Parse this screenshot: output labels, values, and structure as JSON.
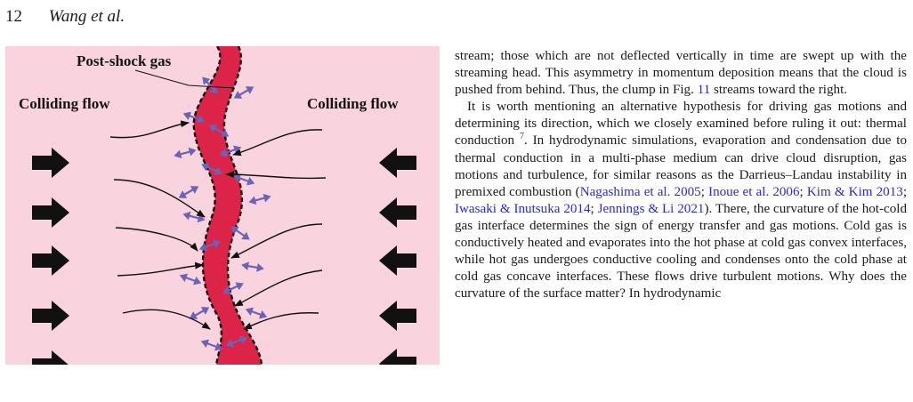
{
  "header": {
    "page_number": "12",
    "authors": "Wang et al."
  },
  "figure": {
    "label_post_shock": "Post-shock gas",
    "label_colliding_left": "Colliding flow",
    "label_colliding_right": "Colliding flow",
    "colors": {
      "background": "#f9d3de",
      "gas_layer": "#dc2449",
      "arrow": "#111111",
      "perturbation_arrow": "#6b63b5"
    }
  },
  "body": {
    "p1": {
      "t1": "stream; those which are not deflected vertically in time are swept up with the streaming head. This asymmetry in momentum deposition means that the cloud is pushed from behind. Thus, the clump in Fig. ",
      "ref_fig": "11",
      "t2": " streams toward the right."
    },
    "p2": {
      "t1": "It is worth mentioning an alternative hypothesis for driving gas motions and determining its direction, which we closely examined before ruling it out: thermal conduction ",
      "footnote": "7",
      "t2": ". In hydrodynamic simulations, evaporation and condensation due to thermal conduction in a multi-phase medium can drive cloud disruption, gas motions and turbulence, for similar reasons as the Darrieus–Landau instability in premixed combustion (",
      "ref1": "Nagashima et al. 2005",
      "sep1": "; ",
      "ref2": "Inoue et al. 2006",
      "sep2": "; ",
      "ref3": "Kim & Kim 2013",
      "sep3": "; ",
      "ref4": "Iwasaki & Inutsuka 2014",
      "sep4": "; ",
      "ref5": "Jennings & Li 2021",
      "t3": "). There, the curvature of the hot-cold gas interface determines the sign of energy transfer and gas motions. Cold gas is conductively heated and evaporates into the hot phase at cold gas convex interfaces, while hot gas undergoes conductive cooling and condenses onto the cold phase at cold gas concave interfaces. These flows drive turbulent motions. Why does the curvature of the surface matter? In hydrodynamic"
    }
  }
}
